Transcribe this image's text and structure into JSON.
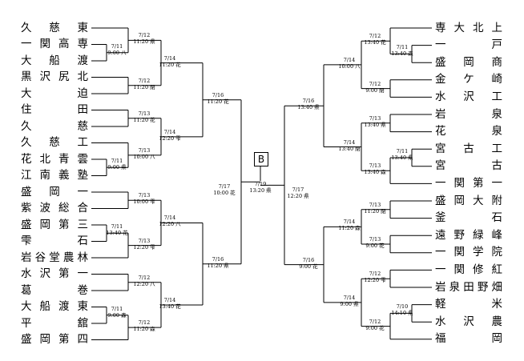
{
  "block_label": "B",
  "left_teams": [
    "久慈東",
    "一関高専",
    "大船渡",
    "黒沢尻北",
    "大迫",
    "住田",
    "久慈",
    "久慈工",
    "花北青雲",
    "江南義塾",
    "盛岡一",
    "紫波総合",
    "盛岡第三",
    "雫石",
    "岩谷堂農林",
    "水沢第一",
    "葛巻",
    "大船渡東",
    "平舘",
    "盛岡第四"
  ],
  "right_teams": [
    "専大北上",
    "一戸",
    "盛岡商",
    "金ケ崎",
    "水沢工",
    "岩泉",
    "花泉",
    "宮古工",
    "宮古",
    "一関第一",
    "盛岡大附",
    "釜石",
    "遠野緑峰",
    "一関学院",
    "一関修紅",
    "岩泉田野畑",
    "軽米",
    "水沢農",
    "福岡"
  ],
  "labels": {
    "L1a": [
      "7/12",
      "11:20 県"
    ],
    "L1b": [
      "7/11",
      "9:00 八"
    ],
    "L2": [
      "7/14",
      "11:20 花"
    ],
    "L3": [
      "7/12",
      "11:20 閉"
    ],
    "L4": [
      "7/16",
      "11:20 花"
    ],
    "L5": [
      "7/13",
      "11:20 花"
    ],
    "L6": [
      "7/14",
      "12:20 雫"
    ],
    "L7": [
      "7/11",
      "9:00 県"
    ],
    "L8": [
      "7/13",
      "10:00 八"
    ],
    "L9": [
      "7/17",
      "10:00 花"
    ],
    "L10": [
      "7/13",
      "10:00 雫"
    ],
    "L11": [
      "7/11",
      "13:40 花"
    ],
    "L12": [
      "7/14",
      "12:20 八"
    ],
    "L13": [
      "7/13",
      "12:20 雫"
    ],
    "L14": [
      "7/16",
      "11:20 県"
    ],
    "L15": [
      "7/12",
      "12:20 八"
    ],
    "L16": [
      "7/14",
      "13:40 花"
    ],
    "L17": [
      "7/11",
      "9:00 森"
    ],
    "L18": [
      "7/12",
      "11:20 森"
    ],
    "C": [
      "7/19",
      "13:20 県"
    ],
    "R1": [
      "7/12",
      "13:40 花"
    ],
    "R2": [
      "7/11",
      "13:40 森"
    ],
    "R3": [
      "7/14",
      "10:00 八"
    ],
    "R4": [
      "7/12",
      "9:00 閉"
    ],
    "R5": [
      "7/16",
      "13:40 県"
    ],
    "R6": [
      "7/13",
      "13:40 県"
    ],
    "R7": [
      "7/14",
      "13:40 閉"
    ],
    "R8": [
      "7/11",
      "13:40 県"
    ],
    "R9": [
      "7/13",
      "13:40 森"
    ],
    "R10": [
      "7/17",
      "12:20 県"
    ],
    "R11": [
      "7/13",
      "11:20 閉"
    ],
    "R12": [
      "7/14",
      "11:20 森"
    ],
    "R13": [
      "7/13",
      "9:00 花"
    ],
    "R14": [
      "7/16",
      "9:00 花"
    ],
    "R15": [
      "7/12",
      "12:20 雫"
    ],
    "R16": [
      "7/14",
      "9:00 県"
    ],
    "R17": [
      "7/10",
      "14:10 県"
    ],
    "R18": [
      "7/12",
      "9:00 花"
    ]
  }
}
